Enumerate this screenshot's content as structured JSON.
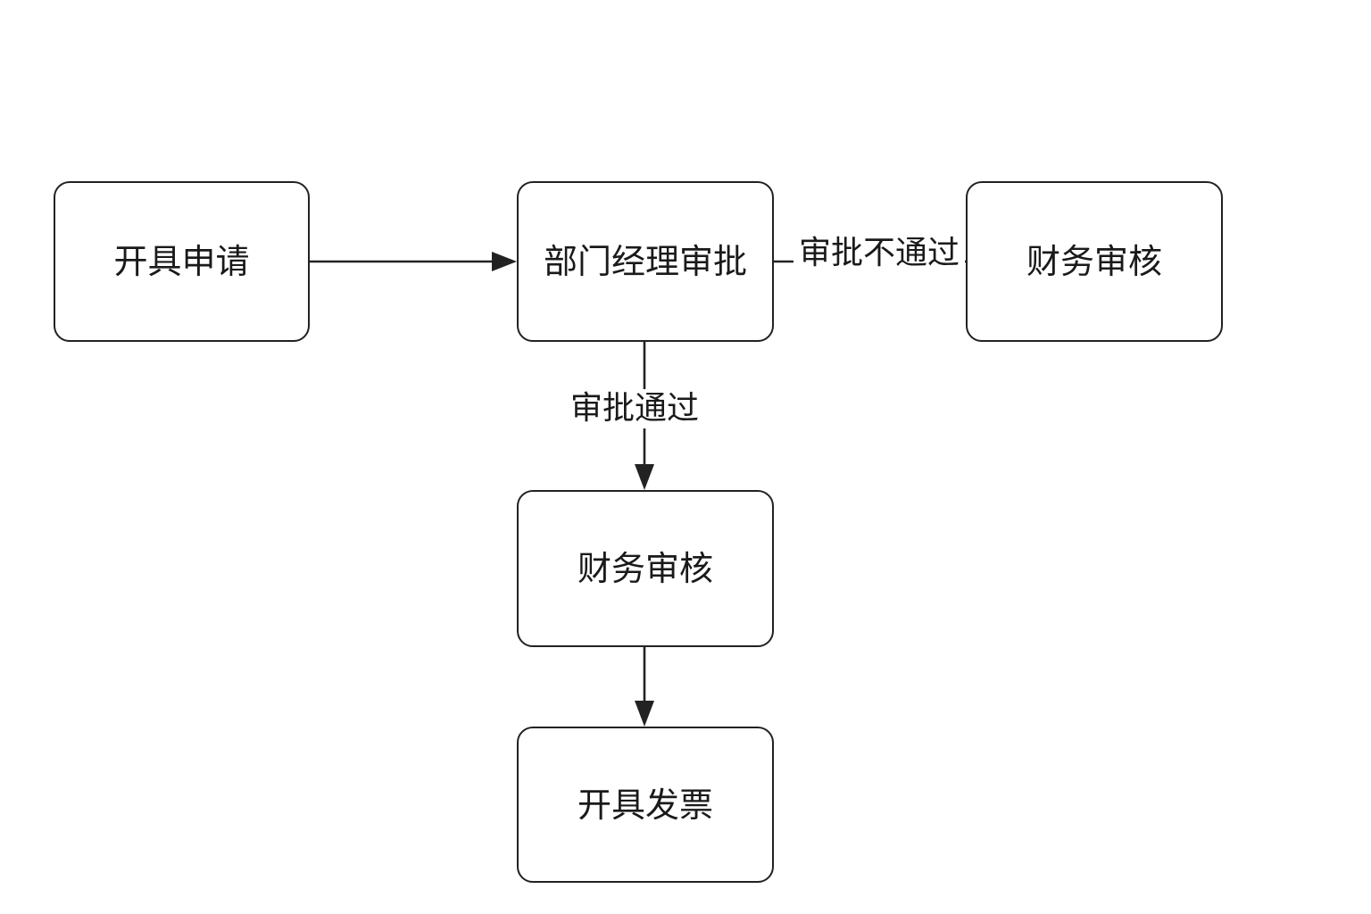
{
  "nodes": {
    "apply": {
      "label": "开具申请"
    },
    "manager_approval": {
      "label": "部门经理审批"
    },
    "finance_review_right": {
      "label": "财务审核"
    },
    "finance_review": {
      "label": "财务审核"
    },
    "issue_invoice": {
      "label": "开具发票"
    }
  },
  "edges": {
    "rejected": {
      "label": "审批不通过"
    },
    "approved": {
      "label": "审批通过"
    }
  }
}
